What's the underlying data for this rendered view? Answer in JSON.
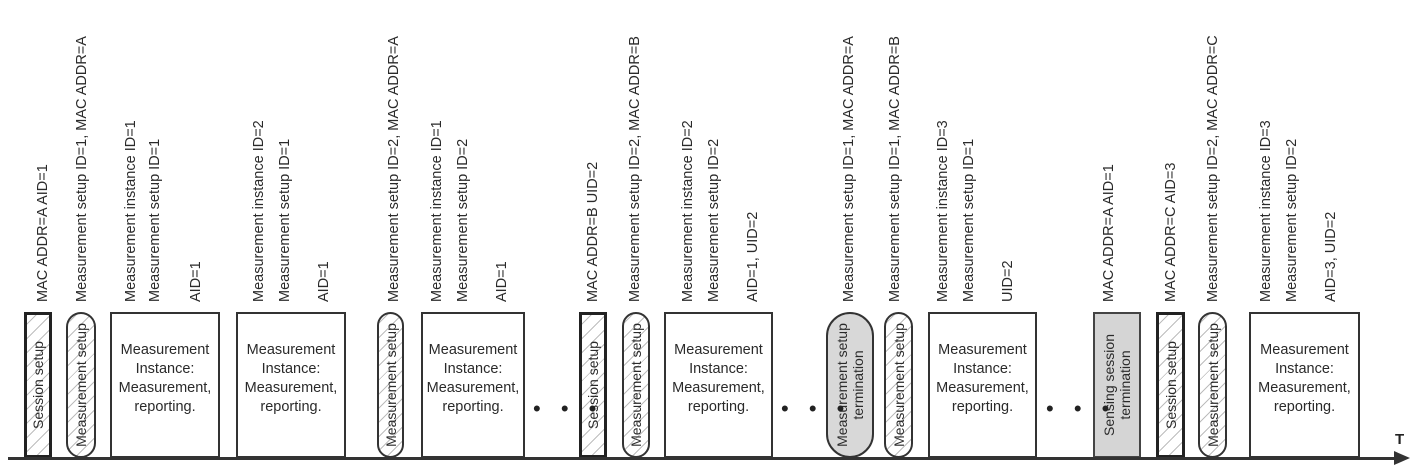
{
  "diagram": {
    "axis_label": "T",
    "ellipsis": "• • •",
    "top_labels": [
      {
        "text": "MAC ADDR=A AID=1"
      },
      {
        "text": "Measurement setup ID=1, MAC ADDR=A"
      },
      {
        "text": "Measurement instance ID=1"
      },
      {
        "text": "Measurement setup ID=1"
      },
      {
        "text": "AID=1"
      },
      {
        "text": "Measurement instance ID=2"
      },
      {
        "text": "Measurement setup ID=1"
      },
      {
        "text": "AID=1"
      },
      {
        "text": "Measurement setup ID=2, MAC ADDR=A"
      },
      {
        "text": "Measurement instance ID=1"
      },
      {
        "text": "Measurement setup ID=2"
      },
      {
        "text": "AID=1"
      },
      {
        "text": "MAC ADDR=B UID=2"
      },
      {
        "text": "Measurement setup ID=2, MAC ADDR=B"
      },
      {
        "text": "Measurement instance ID=2"
      },
      {
        "text": "Measurement setup ID=2"
      },
      {
        "text": "AID=1, UID=2"
      },
      {
        "text": "Measurement setup ID=1, MAC ADDR=A"
      },
      {
        "text": "Measurement setup ID=1, MAC ADDR=B"
      },
      {
        "text": "Measurement instance ID=3"
      },
      {
        "text": "Measurement setup ID=1"
      },
      {
        "text": "UID=2"
      },
      {
        "text": "MAC ADDR=A AID=1"
      },
      {
        "text": "MAC ADDR=C AID=3"
      },
      {
        "text": "Measurement setup ID=2, MAC ADDR=C"
      },
      {
        "text": "Measurement instance ID=3"
      },
      {
        "text": "Measurement setup ID=2"
      },
      {
        "text": "AID=3, UID=2"
      }
    ],
    "blocks": [
      {
        "type": "session",
        "lines": [
          "Session setup"
        ]
      },
      {
        "type": "msetup",
        "lines": [
          "Measurement setup"
        ]
      },
      {
        "type": "instance",
        "lines": [
          "Measurement",
          "Instance:",
          "Measurement,",
          "reporting."
        ]
      },
      {
        "type": "instance",
        "lines": [
          "Measurement",
          "Instance:",
          "Measurement,",
          "reporting."
        ]
      },
      {
        "type": "msetup",
        "lines": [
          "Measurement setup"
        ]
      },
      {
        "type": "instance",
        "lines": [
          "Measurement",
          "Instance:",
          "Measurement,",
          "reporting."
        ]
      },
      {
        "type": "session",
        "lines": [
          "Session setup"
        ]
      },
      {
        "type": "msetup",
        "lines": [
          "Measurement setup"
        ]
      },
      {
        "type": "instance",
        "lines": [
          "Measurement",
          "Instance:",
          "Measurement,",
          "reporting."
        ]
      },
      {
        "type": "mterm",
        "lines": [
          "Measurement setup",
          "termination"
        ]
      },
      {
        "type": "msetup",
        "lines": [
          "Measurement setup"
        ]
      },
      {
        "type": "instance",
        "lines": [
          "Measurement",
          "Instance:",
          "Measurement,",
          "reporting."
        ]
      },
      {
        "type": "sterm",
        "lines": [
          "Sensing session",
          "termination"
        ]
      },
      {
        "type": "session",
        "lines": [
          "Session setup"
        ]
      },
      {
        "type": "msetup",
        "lines": [
          "Measurement setup"
        ]
      },
      {
        "type": "instance",
        "lines": [
          "Measurement",
          "Instance:",
          "Measurement,",
          "reporting."
        ]
      }
    ]
  }
}
